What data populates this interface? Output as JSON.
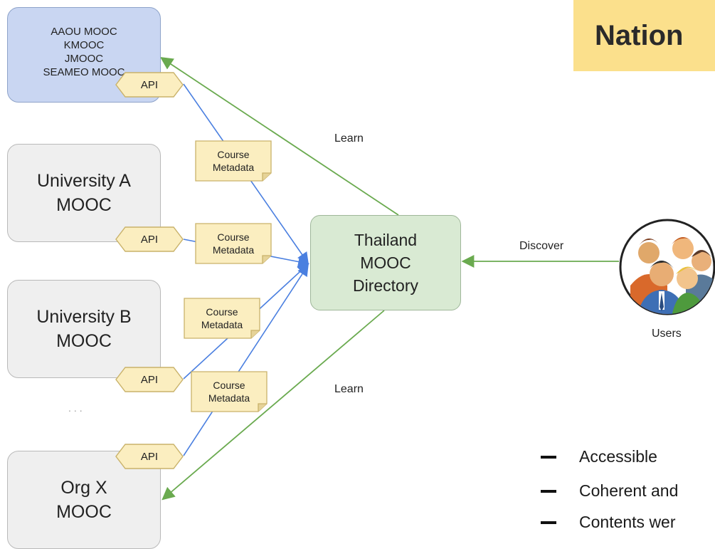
{
  "title": "Nation",
  "sources": {
    "partner_moocs": [
      "AAOU MOOC",
      "KMOOC",
      "JMOOC",
      "SEAMEO MOOC"
    ],
    "university_a": "University A\nMOOC",
    "university_b": "University B\nMOOC",
    "ellipsis": "...",
    "org_x": "Org X\nMOOC"
  },
  "api_label": "API",
  "metadata_label_line1": "Course",
  "metadata_label_line2": "Metadata",
  "directory": "Thailand\nMOOC\nDirectory",
  "edges": {
    "learn_top": "Learn",
    "learn_bottom": "Learn",
    "discover": "Discover"
  },
  "users_label": "Users",
  "bullets": [
    "Accessible",
    "Coherent and",
    "Contents wer"
  ],
  "colors": {
    "blue_arrow": "#4a7fe0",
    "green_arrow": "#6aaa4f",
    "title_bg": "#fbe08c",
    "api_fill": "#fbeec0",
    "metadata_fill": "#fbeec0"
  }
}
